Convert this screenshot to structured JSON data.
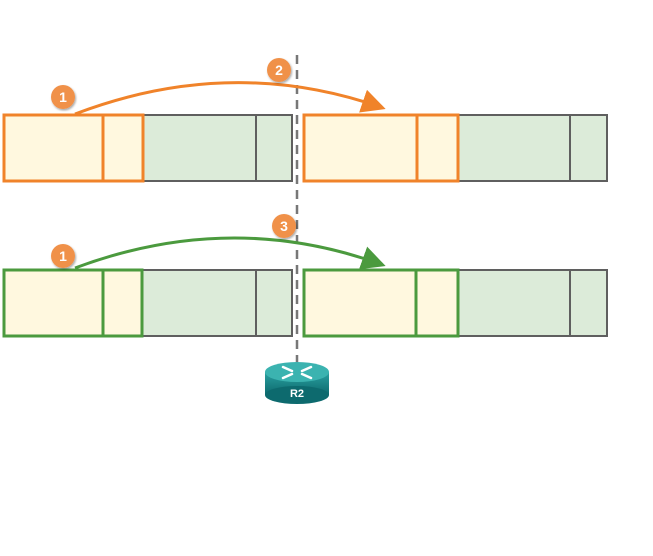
{
  "colors": {
    "orange": "#f0832a",
    "green": "#4b9a3e",
    "grey": "#5f5f5f",
    "yellow_fill": "#fff8df",
    "green_fill": "#dcebd9",
    "badge": "#f0914a",
    "router": "#1e8a8a"
  },
  "badges": {
    "top_source": "1",
    "top_step": "2",
    "bottom_source": "1",
    "bottom_step": "3"
  },
  "router": {
    "label": "R2"
  }
}
